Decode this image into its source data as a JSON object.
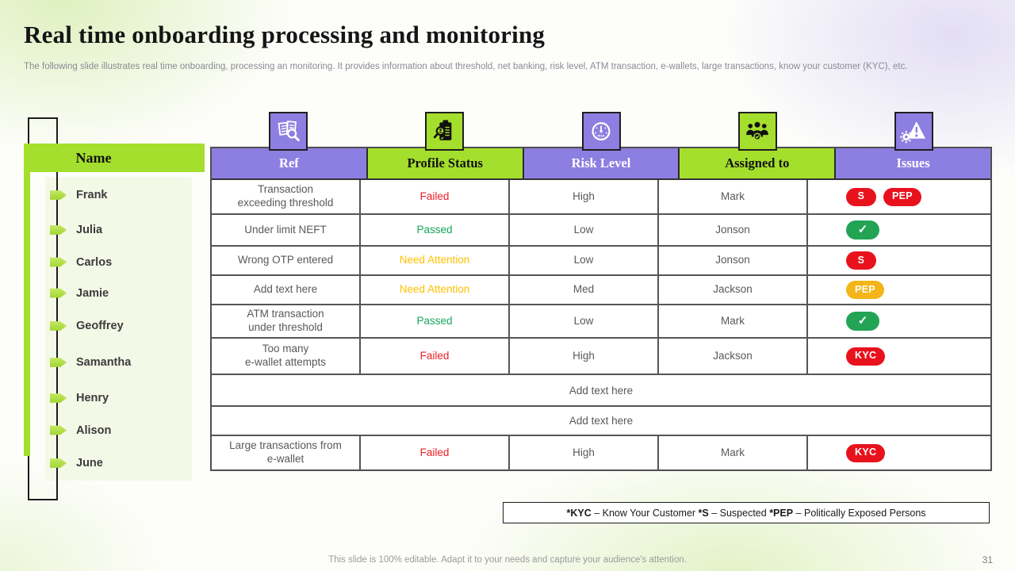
{
  "slide": {
    "title": "Real time onboarding processing and monitoring",
    "subtitle": "The following slide illustrates real time onboarding, processing an monitoring. It provides information about threshold, net banking, risk level, ATM  transaction, e-wallets, large transactions, know your customer (KYC), etc.",
    "footer_note": "This slide is 100% editable. Adapt it to your needs and capture your audience's attention.",
    "page_number": "31"
  },
  "colors": {
    "purple": "#8d7ee1",
    "green": "#a5df2d",
    "badge_red": "#e8121d",
    "badge_amber": "#f3b517",
    "badge_green": "#23a455",
    "status_red": "#ee1c25",
    "status_green": "#16a75c",
    "status_amber": "#ffc000",
    "header_text_on_purple": "#ffffff",
    "header_text_on_green": "#111111"
  },
  "sidebar": {
    "header": "Name",
    "names": [
      "Frank",
      "Julia",
      "Carlos",
      "Jamie",
      "Geoffrey",
      "Samantha",
      "Henry",
      "Alison",
      "June"
    ]
  },
  "table": {
    "columns": [
      {
        "label": "Ref",
        "style": "purple",
        "icon": "document-search-icon"
      },
      {
        "label": "Profile Status",
        "style": "green",
        "icon": "clipboard-search-icon"
      },
      {
        "label": "Risk Level",
        "style": "purple",
        "icon": "risk-gauge-icon"
      },
      {
        "label": "Assigned to",
        "style": "green",
        "icon": "team-check-icon"
      },
      {
        "label": "Issues",
        "style": "purple",
        "icon": "gear-warning-icon"
      }
    ],
    "rows": [
      {
        "ref": "Transaction\nexceeding threshold",
        "status": "Failed",
        "status_color": "red",
        "risk": "High",
        "assigned": "Mark",
        "issues": [
          {
            "label": "S",
            "color": "red"
          },
          {
            "label": "PEP",
            "color": "red"
          }
        ]
      },
      {
        "ref": "Under limit NEFT",
        "status": "Passed",
        "status_color": "green",
        "risk": "Low",
        "assigned": "Jonson",
        "issues": [
          {
            "check": true
          }
        ]
      },
      {
        "ref": "Wrong OTP entered",
        "status": "Need Attention",
        "status_color": "amber",
        "risk": "Low",
        "assigned": "Jonson",
        "issues": [
          {
            "label": "S",
            "color": "red"
          }
        ]
      },
      {
        "ref": "Add text here",
        "status": "Need Attention",
        "status_color": "amber",
        "risk": "Med",
        "assigned": "Jackson",
        "issues": [
          {
            "label": "PEP",
            "color": "amber"
          }
        ]
      },
      {
        "ref": "ATM transaction\nunder threshold",
        "status": "Passed",
        "status_color": "green",
        "risk": "Low",
        "assigned": "Mark",
        "issues": [
          {
            "check": true
          }
        ]
      },
      {
        "ref": "Too many\ne-wallet attempts",
        "status": "Failed",
        "status_color": "red",
        "risk": "High",
        "assigned": "Jackson",
        "issues": [
          {
            "label": "KYC",
            "color": "red"
          }
        ]
      },
      {
        "span": "Add text here"
      },
      {
        "span": "Add text here"
      },
      {
        "ref": "Large transactions from\ne-wallet",
        "status": "Failed",
        "status_color": "red",
        "risk": "High",
        "assigned": "Mark",
        "issues": [
          {
            "label": "KYC",
            "color": "red"
          }
        ]
      }
    ]
  },
  "legend": {
    "parts": [
      {
        "text": "*KYC",
        "bold": true
      },
      {
        "text": " – Know Your Customer ",
        "bold": false
      },
      {
        "text": "*S",
        "bold": true
      },
      {
        "text": " – Suspected ",
        "bold": false
      },
      {
        "text": "*PEP",
        "bold": true
      },
      {
        "text": " – Politically Exposed Persons",
        "bold": false
      }
    ]
  }
}
